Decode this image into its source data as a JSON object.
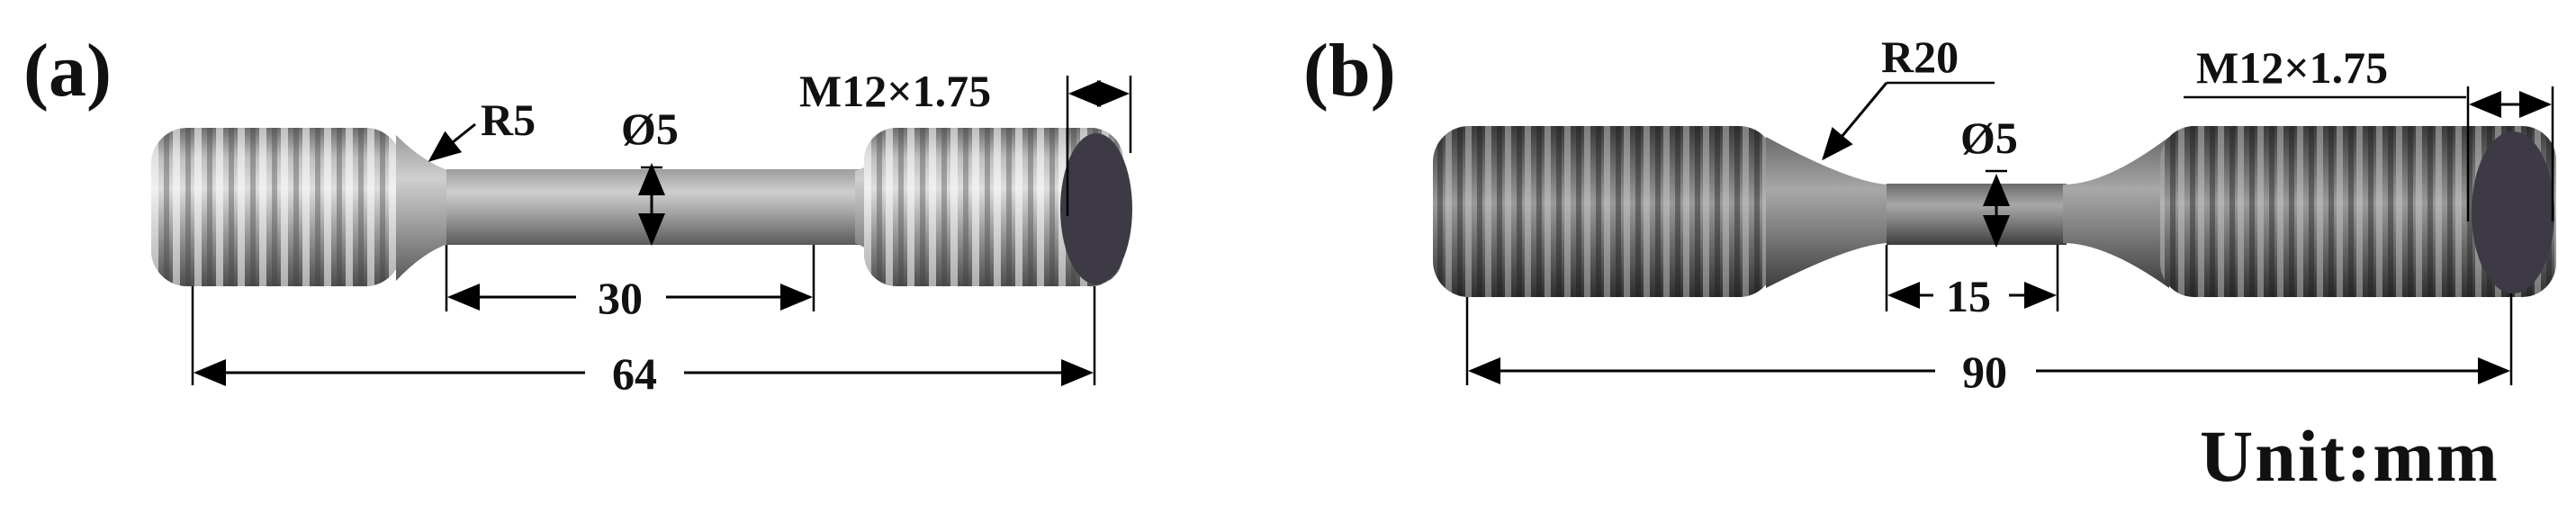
{
  "panel_a": {
    "tag": "(a)",
    "radius_label": "R5",
    "diameter_label": "Ø5",
    "gauge_length": "30",
    "total_length": "64",
    "thread_label": "M12×1.75"
  },
  "panel_b": {
    "tag": "(b)",
    "radius_label": "R20",
    "diameter_label": "Ø5",
    "gauge_length": "15",
    "total_length": "90",
    "thread_label": "M12×1.75"
  },
  "unit_label": "Unit:mm",
  "colors": {
    "metal_dark": "#3c3c3c",
    "metal_mid": "#8a8a8a",
    "metal_light": "#d8d8d8",
    "end_face": "#3d3945",
    "annotation": "#000000"
  }
}
